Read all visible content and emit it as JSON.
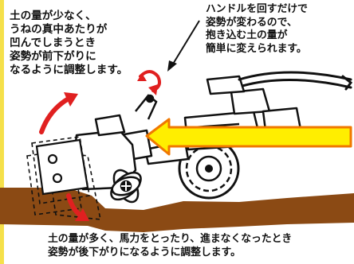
{
  "captions": {
    "top_left": {
      "lines": [
        "土の量が少なく、",
        "うねの真中あたりが",
        "凹んでしまうとき",
        "姿勢が前下がりに",
        "なるように調整します。"
      ]
    },
    "top_right": {
      "lines": [
        "ハンドルを回すだけで",
        "姿勢が変わるので、",
        "抱き込む土の量が",
        "簡単に変えられます。"
      ]
    },
    "bottom": {
      "lines": [
        "土の量が多く、馬力をとったり、進まなくなったとき",
        "姿勢が後下がりになるように調整します。"
      ]
    }
  },
  "icons": {
    "tilt_up_arrow": "curved-arrow-up-icon",
    "tilt_down_arrow": "curved-arrow-down-icon",
    "handle_rotate": "rotate-arrow-icon",
    "pointer": "pointer-arrow-icon",
    "travel_direction": "big-right-to-left-arrow-icon"
  },
  "colors": {
    "background": "#ffffff",
    "soil": "#8b4a14",
    "arrow_fill": "#ffee00",
    "arrow_stroke": "#f07800",
    "red_arrow": "#e02020",
    "outline": "#111111",
    "left_strip": "#f5e04a"
  }
}
